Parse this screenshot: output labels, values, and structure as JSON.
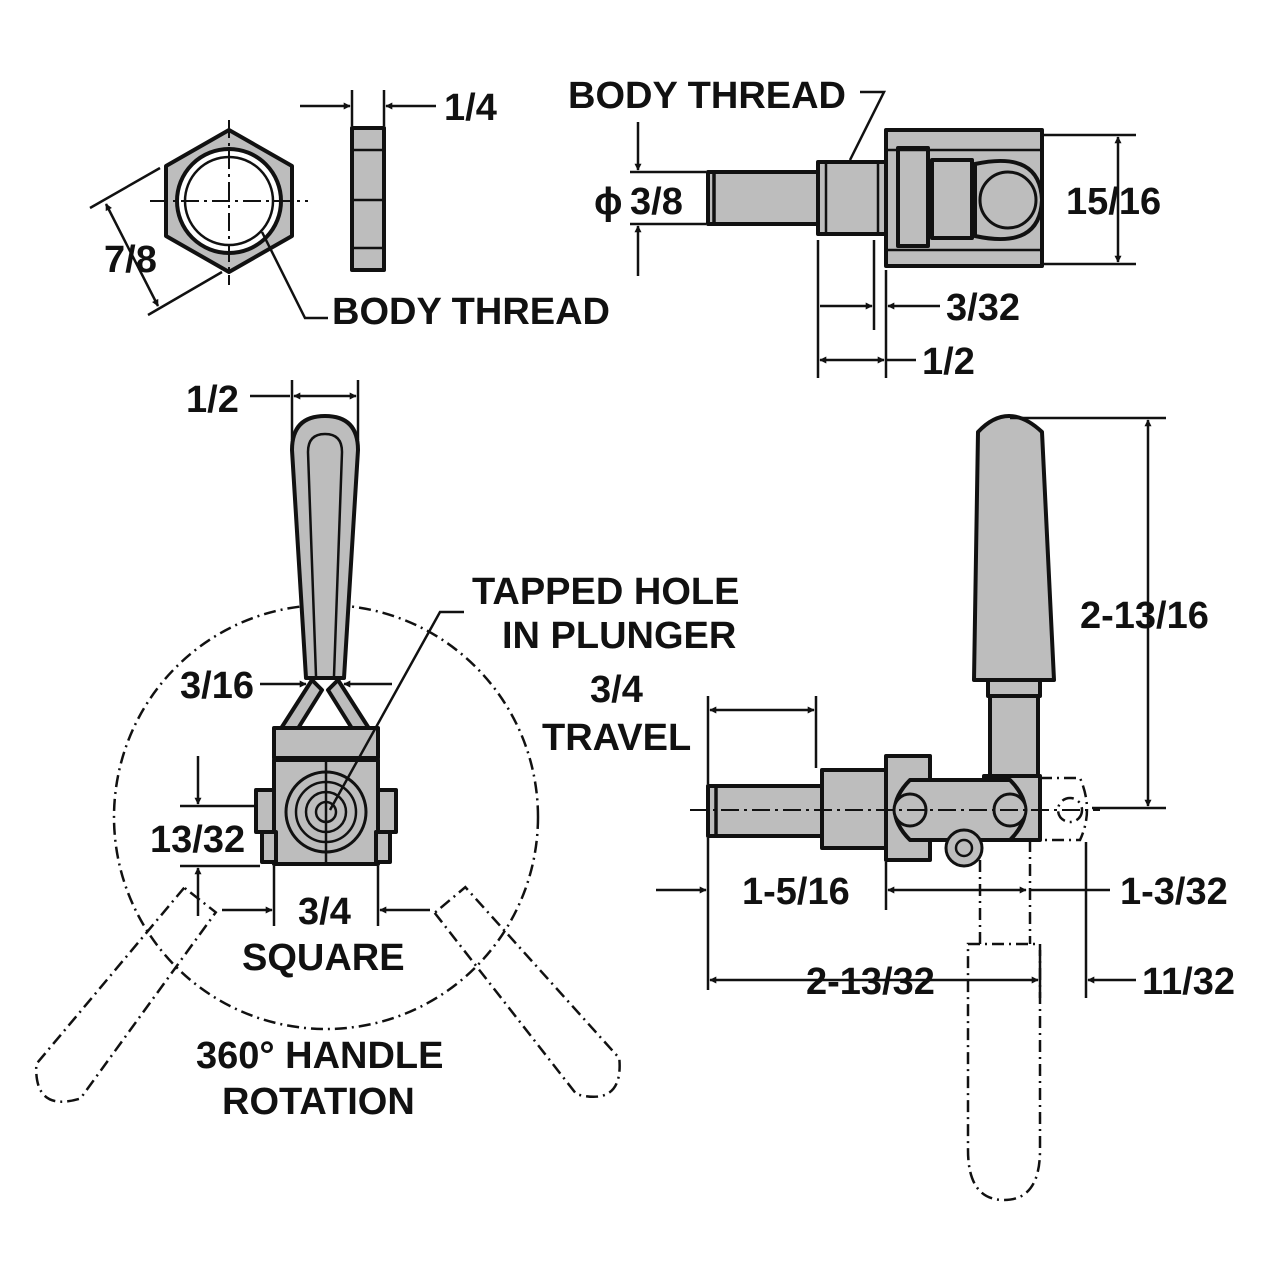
{
  "labels": {
    "hex_thickness": "1/4",
    "hex_across_flats": "7/8",
    "hex_body_thread": "BODY THREAD",
    "top_body_thread": "BODY THREAD",
    "plunger_dia_symbol": "ϕ",
    "plunger_dia": "3/8",
    "height_15_16": "15/16",
    "dim_3_32": "3/32",
    "dim_1_2_top": "1/2",
    "handle_width": "1/2",
    "tapped_hole_line1": "TAPPED HOLE",
    "tapped_hole_line2": "IN PLUNGER",
    "dim_3_16": "3/16",
    "travel_value": "3/4",
    "travel_word": "TRAVEL",
    "dim_13_32": "13/32",
    "square_value": "3/4",
    "square_word": "SQUARE",
    "rotation_line1": "360° HANDLE",
    "rotation_line2": "ROTATION",
    "dim_2_13_16": "2-13/16",
    "dim_1_5_16": "1-5/16",
    "dim_1_3_32": "1-3/32",
    "dim_2_13_32": "2-13/32",
    "dim_11_32": "11/32"
  },
  "colors": {
    "part_fill": "#bdbdbd",
    "line": "#111111",
    "background": "#ffffff"
  }
}
